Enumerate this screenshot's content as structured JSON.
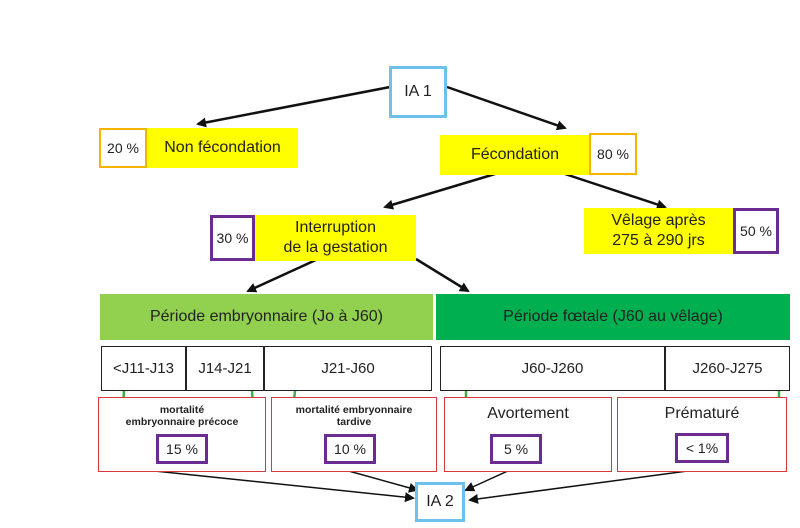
{
  "nodes": {
    "ia1": "IA 1",
    "non_fecondation": {
      "label": "Non fécondation",
      "percent": "20 %"
    },
    "fecondation": {
      "label": "Fécondation",
      "percent": "80 %"
    },
    "interruption": {
      "line1": "Interruption",
      "line2": "de la gestation",
      "percent": "30 %"
    },
    "velage": {
      "line1": "Vêlage après",
      "line2": "275 à 290 jrs",
      "percent": "50 %"
    },
    "ia2": "IA 2"
  },
  "periods": {
    "embryonnaire": "Période embryonnaire (Jo à J60)",
    "foetale": "Période fœtale (J60 au vêlage)"
  },
  "intervals": [
    "<J11-J13",
    "J14-J21",
    "J21-J60",
    "J60-J260",
    "J260-J275"
  ],
  "outcomes": {
    "precoce": {
      "line1": "mortalité",
      "line2": "embryonnaire précoce",
      "percent": "15 %"
    },
    "tardive": {
      "line1": "mortalité embryonnaire",
      "line2": "tardive",
      "percent": "10 %"
    },
    "avortement": {
      "label": "Avortement",
      "percent": "5 %"
    },
    "premature": {
      "label": "Prématuré",
      "percent": "< 1%"
    }
  },
  "colors": {
    "yellow": "#ffff00",
    "green_light": "#92d050",
    "green_dark": "#00b050",
    "arrow_green": "#3cb043",
    "border_orange": "#f5b400",
    "border_purple": "#6a2c91",
    "border_blue": "#6ec1ea",
    "border_red": "#d9383a"
  }
}
